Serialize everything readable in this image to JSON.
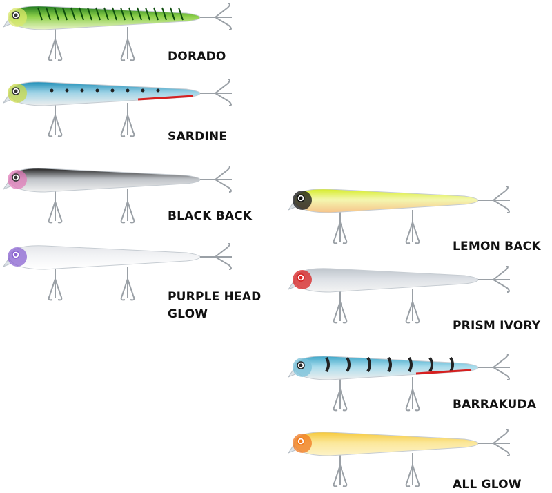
{
  "lures": [
    {
      "name": "DORADO",
      "top": "#1f7a1f",
      "mid": "#8fd14a",
      "belly": "#e8f3c8",
      "head": "#d9e86a",
      "eye": "#333333",
      "pattern": "stripes"
    },
    {
      "name": "SARDINE",
      "top": "#1f8fb8",
      "mid": "#9fd3e6",
      "belly": "#eeeeee",
      "head": "#c9d94a",
      "eye": "#333333",
      "pattern": "dots",
      "accent": "#d62020"
    },
    {
      "name": "BLACK BACK",
      "top": "#222222",
      "mid": "#bfc3c8",
      "belly": "#f2f2f2",
      "head": "#e07bb8",
      "eye": "#333333",
      "pattern": "none"
    },
    {
      "name": "PURPLE HEAD GLOW",
      "name_lines": [
        "PURPLE HEAD",
        "GLOW"
      ],
      "top": "#e4e6ea",
      "mid": "#f3f4f6",
      "belly": "#ffffff",
      "head": "#8a63d2",
      "eye": "#8a63d2",
      "pattern": "none"
    },
    {
      "name": "LEMON BACK",
      "top": "#d6ec2a",
      "mid": "#f4f7b0",
      "belly": "#f6c38a",
      "head": "#111111",
      "eye": "#111111",
      "pattern": "none"
    },
    {
      "name": "PRISM IVORY",
      "top": "#bfc5cc",
      "mid": "#dde1e6",
      "belly": "#f4f4f4",
      "head": "#d82020",
      "eye": "#d82020",
      "pattern": "none"
    },
    {
      "name": "BARRAKUDA",
      "top": "#3fa7c9",
      "mid": "#a9dcec",
      "belly": "#eeeeee",
      "head": "#7ac0d8",
      "eye": "#222222",
      "pattern": "bars",
      "accent": "#d62020"
    },
    {
      "name": "ALL GLOW",
      "top": "#f6c83a",
      "mid": "#fbe79a",
      "belly": "#fdf3c8",
      "head": "#f07a20",
      "eye": "#f07a20",
      "pattern": "none"
    }
  ]
}
